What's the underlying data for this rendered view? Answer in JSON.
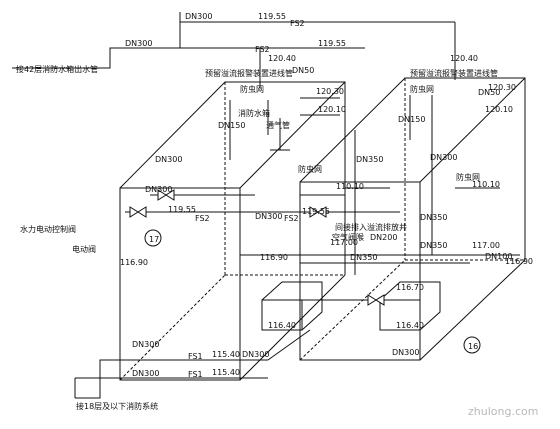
{
  "pipes": {
    "top_dn300": "DN300",
    "top_fs2": "FS2",
    "top_elev_1": "119.55",
    "second_fs2": "FS2",
    "second_elev": "119.55",
    "left_note": "接42层消防水箱出水管",
    "mid_fs2": "FS2",
    "mid_dn300": "DN300",
    "mid_fs2_right": "FS2",
    "mid_elev_left": "119.55",
    "mid_elev_right": "119.55",
    "bottom_dn300": "DN300",
    "bottom_dn300_2": "DN300",
    "bottom_fs1": "FS1",
    "bottom_fs1_2": "FS1",
    "bottom_elev_1": "115.40",
    "bottom_elev_2": "115.40",
    "bottom_note": "接18层及以下消防系统",
    "bottom_dn300_mid": "DN300",
    "bottom_dn300_right": "DN300"
  },
  "left_tank": {
    "label_top": "预留溢流报警装置进线管",
    "elev_top": "120.40",
    "elev_mid": "120.30",
    "fireproof_valve": "防虫网",
    "pipe_dn50": "DN50",
    "elev_120_10": "120.10",
    "dn150": "DN150",
    "water_gauge": "消防水箱",
    "vent": "通气管",
    "dn300_left": "DN300",
    "dn300_valve": "DN300",
    "elev_vert": "116.90",
    "dn350": "DN350",
    "fire_valve": "防虫网",
    "elev_110_10": "110.10",
    "control_valve": "水力电动控制阀",
    "electric_valve": "电动阀",
    "circle_17": "17",
    "elev_11640": "116.40",
    "dn300_right_side": "DN300"
  },
  "right_tank": {
    "label_top": "预留溢流报警装置进线管",
    "elev_top": "120.40",
    "elev_mid": "120.30",
    "fireproof_valve": "防虫网",
    "dn50": "DN50",
    "elev_120_10": "120.10",
    "dn150": "DN150",
    "dn300": "DN300",
    "fire_valve": "防虫网",
    "elev_110_10": "110.10",
    "dn350": "DN350",
    "elev_117": "117.00",
    "dn100": "DN100",
    "elev_116_90": "116.90",
    "elev_116_40": "116.40",
    "circle_16": "16",
    "elev_116_70": "116.70"
  },
  "center": {
    "drain_label": "间接排入溢流排放井",
    "air_valve": "空气阀喉",
    "dn200": "DN200",
    "elev_117": "117.00",
    "dn350": "DN350",
    "elev_116_90": "116.90",
    "dn350_b": "DN350",
    "elev_110_10": "110.10"
  },
  "watermark": "zhulong.com"
}
